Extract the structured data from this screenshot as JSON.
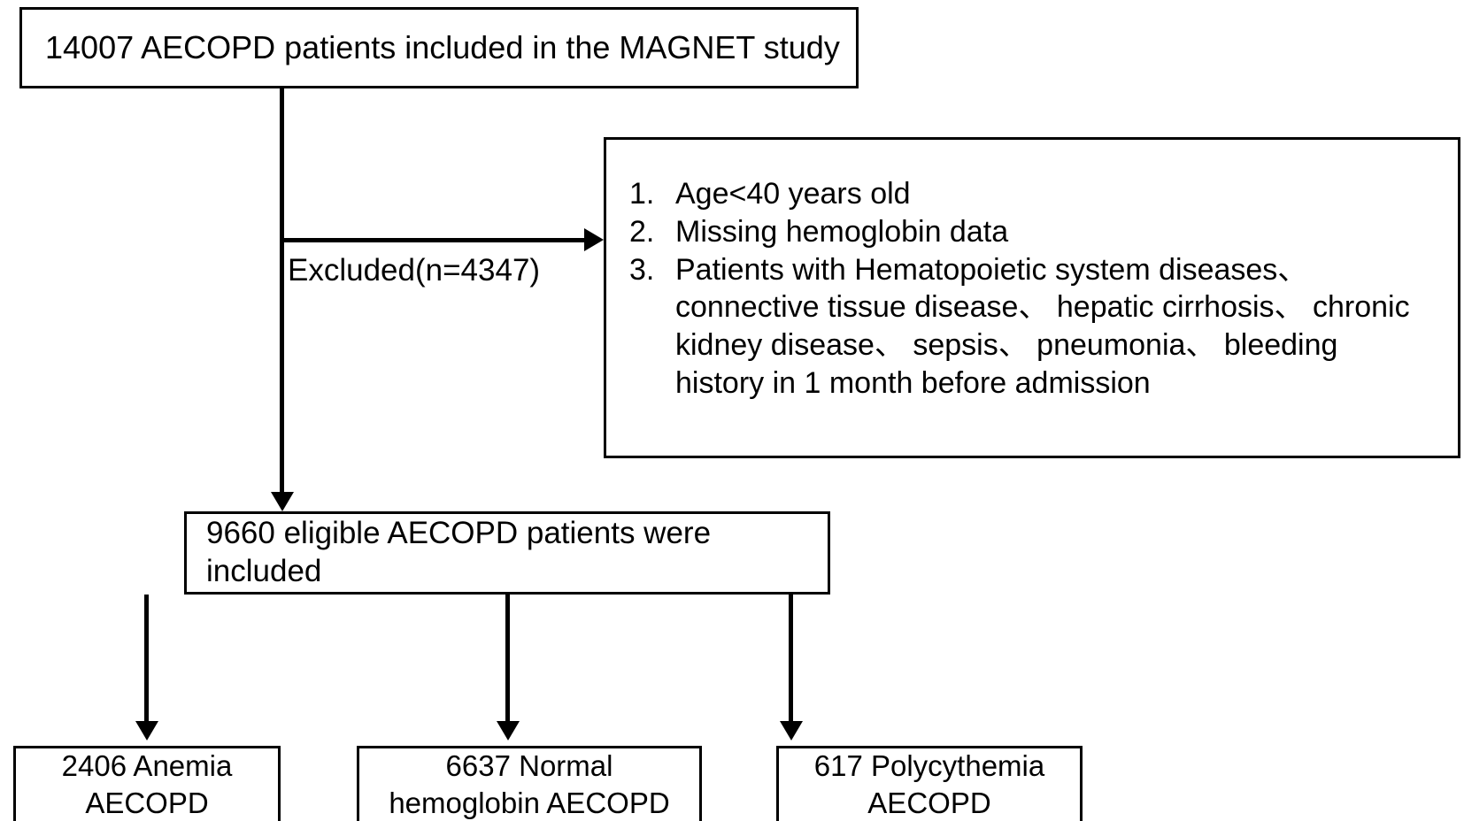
{
  "figure": {
    "type": "flowchart",
    "orientation": "top-down",
    "title": "AECOPD patient selection flow diagram"
  },
  "nodes": {
    "top": {
      "id": "enrolled",
      "text": "14007 AECOPD patients included in the MAGNET study",
      "count": 14007
    },
    "exclusion": {
      "id": "exclusion-criteria",
      "items": [
        {
          "number": "1.",
          "text": "Age<40 years old"
        },
        {
          "number": "2.",
          "text": "Missing hemoglobin data"
        },
        {
          "number": "3.",
          "text": "Patients with Hematopoietic system diseases、\nconnective tissue disease、 hepatic cirrhosis、 chronic\nkidney disease、 sepsis、 pneumonia、 bleeding\nhistory in 1 month before admission"
        }
      ]
    },
    "middle": {
      "id": "eligible",
      "text": "9660 eligible AECOPD patients were included",
      "count": 9660
    },
    "bottom": [
      {
        "id": "anemia",
        "text": "2406 Anemia\nAECOPD",
        "count": 2406,
        "group": "Anemia AECOPD"
      },
      {
        "id": "normal-hemoglobin",
        "text": "6637 Normal\nhemoglobin AECOPD",
        "count": 6637,
        "group": "Normal hemoglobin AECOPD"
      },
      {
        "id": "polycythemia",
        "text": "617 Polycythemia\nAECOPD",
        "count": 617,
        "group": "Polycythemia AECOPD"
      }
    ]
  },
  "edges": {
    "excluded_label": "Excluded(n=4347)",
    "excluded_count": 4347
  },
  "style": {
    "line_color": "#000000",
    "box_border_color": "#000000",
    "background": "#ffffff",
    "text_color": "#000000"
  }
}
